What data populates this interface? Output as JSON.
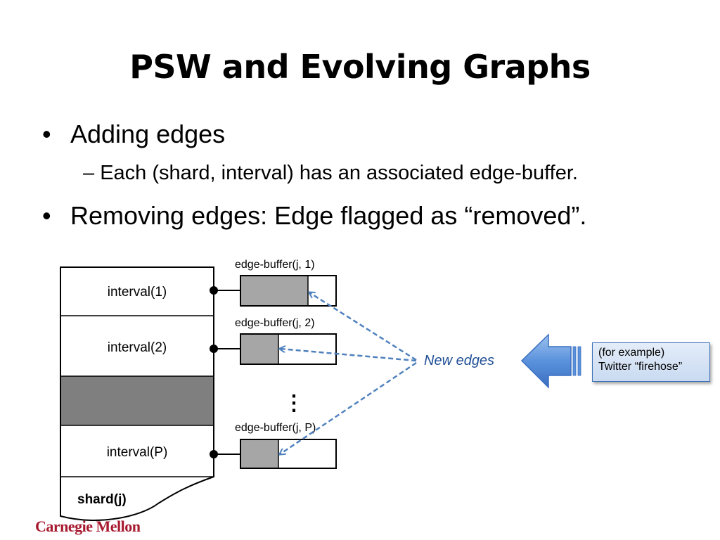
{
  "title": "PSW and Evolving Graphs",
  "bullets": [
    {
      "marker": "•",
      "text": "Adding edges"
    },
    {
      "marker": "–",
      "text": "Each (shard, interval) has an associated edge-buffer."
    },
    {
      "marker": "•",
      "text": "Removing edges: Edge flagged as “removed”."
    }
  ],
  "diagram": {
    "intervals": [
      "interval(1)",
      "interval(2)",
      "interval(P)"
    ],
    "shard_label": "shard(j)",
    "buffers": [
      "edge-buffer(j, 1)",
      "edge-buffer(j, 2)",
      "edge-buffer(j, P)"
    ],
    "ellipsis": "⋮",
    "new_edges_label": "New edges",
    "source_note_line1": "(for example)",
    "source_note_line2": "Twitter “firehose”",
    "colors": {
      "fill_gray": "#a6a6a6",
      "dark_gray": "#7f7f7f",
      "arrow_blue": "#4a7dc4",
      "dash_blue": "#4f81bd"
    }
  },
  "logo": "Carnegie Mellon"
}
